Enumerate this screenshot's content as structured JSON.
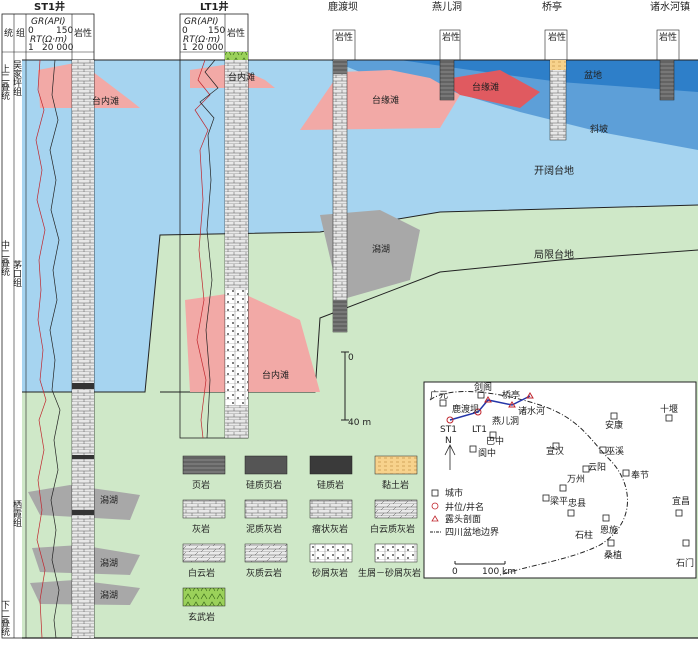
{
  "wells": {
    "st1": "ST1井",
    "lt1": "LT1井",
    "ludukan": "鹿渡坝",
    "yanerdong": "燕儿洞",
    "qiaoting": "桥亭",
    "zhushuihe": "诸水河镇"
  },
  "headers": {
    "system": "统",
    "group": "组",
    "gr": "GR(API)",
    "gr_min": "0",
    "gr_max": "150",
    "rt": "RT(Ω·m)",
    "rt_min": "1",
    "rt_max": "20 000",
    "lithology": "岩性"
  },
  "strat": {
    "upper_permian": "上二叠统",
    "wujiaping": "吴家坪组",
    "middle_permian": "中二叠统",
    "maokou": "茅口组",
    "qixia": "栖霞组",
    "lower_permian": "下二叠统"
  },
  "facies": {
    "tainei_tan": "台内滩",
    "taiyuan_tan": "台缘滩",
    "penghu": "潟湖",
    "penzhi": "盆地",
    "xiepo": "斜坡",
    "kaikuo": "开阔台地",
    "juxian": "局限台地"
  },
  "scale": {
    "zero": "0",
    "forty": "40 m"
  },
  "legend": {
    "shale": "页岩",
    "siliceous_shale": "硅质页岩",
    "siliceous_rock": "硅质岩",
    "clay_rock": "黏土岩",
    "limestone": "灰岩",
    "muddy_limestone": "泥质灰岩",
    "nodular_limestone": "瘤状灰岩",
    "dolomitic_limestone": "白云质灰岩",
    "dolomite": "白云岩",
    "lime_dolomite": "灰质云岩",
    "bioclastic": "砂屑灰岩",
    "bioclastic_sand": "生屑－砂屑灰岩",
    "basalt": "玄武岩"
  },
  "map": {
    "guangyuan": "广元",
    "jiange": "剑阁",
    "ludukan": "鹿渡坝",
    "qiaoting": "桥亭",
    "zhushuihe": "诸水河",
    "yanerdong": "燕儿洞",
    "st1": "ST1",
    "lt1": "LT1",
    "bazhong": "巴中",
    "langzhong": "阆中",
    "ankang": "安康",
    "shiyan": "十堰",
    "xuanhan": "宣汉",
    "wuxi": "巫溪",
    "yunyang": "云阳",
    "wanzhou": "万州",
    "fengjie": "奉节",
    "liangping": "梁平",
    "zhongxian": "忠县",
    "yichang": "宜昌",
    "enshi": "恩施",
    "shizhu": "石柱",
    "sangzhi": "桑植",
    "shimen": "石门",
    "north": "N",
    "legend_city": "城市",
    "legend_well": "井位/井名",
    "legend_section": "露头剖面",
    "legend_basin": "四川盆地边界",
    "scale_zero": "0",
    "scale_100": "100 km"
  },
  "colors": {
    "basin": "#2e7fc9",
    "slope": "#5d9fd8",
    "open_platform": "#a6d4f0",
    "restricted": "#cfe8c8",
    "shoal": "#f2a9a6",
    "lagoon": "#a8a8a8"
  }
}
